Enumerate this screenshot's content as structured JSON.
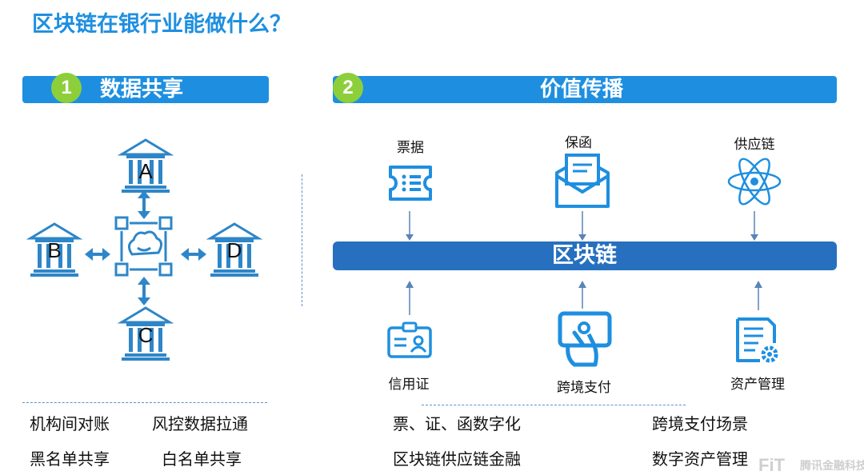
{
  "title": "区块链在银行业能做什么？",
  "section1": {
    "number": "1",
    "label": "数据共享"
  },
  "section2": {
    "number": "2",
    "label": "价值传播"
  },
  "banks": {
    "a": "A",
    "b": "B",
    "c": "C",
    "d": "D"
  },
  "top_items": [
    "票据",
    "保函",
    "供应链"
  ],
  "chain_label": "区块链",
  "bottom_items": [
    "信用证",
    "跨境支付",
    "资产管理"
  ],
  "left_uses": [
    "机构间对账",
    "风控数据拉通",
    "黑名单共享",
    "白名单共享"
  ],
  "right_uses": [
    "票、证、函数字化",
    "跨境支付场景",
    "区块链供应链金融",
    "数字资产管理"
  ],
  "watermark": {
    "logo": "FiT",
    "text": "腾讯金融科技"
  },
  "colors": {
    "blue": "#1e8fe0",
    "dark_blue": "#2670bf",
    "green": "#8ccf3b",
    "dash": "#5b8fd0"
  }
}
